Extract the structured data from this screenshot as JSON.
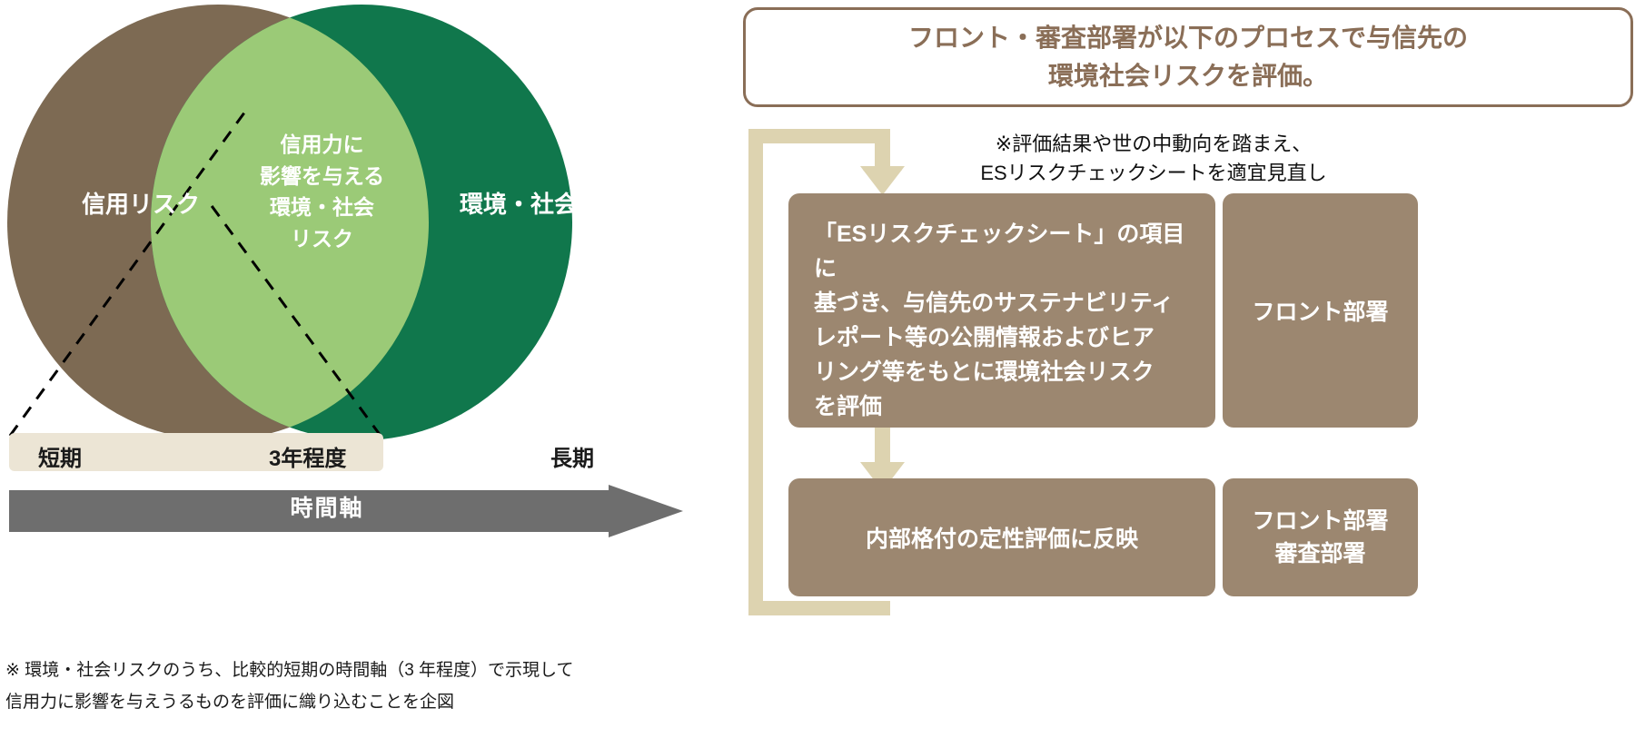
{
  "colors": {
    "credit_risk_circle": "#7d6a53",
    "env_risk_circle": "#10774c",
    "overlap_circle": "#9bca77",
    "timeline_band": "#ece5d5",
    "axis_arrow": "#6e6e6e",
    "process_box": "#9c8770",
    "header_border": "#8a6e57",
    "loop_arrow": "#ddd3b0",
    "dashed_line": "#000000"
  },
  "venn": {
    "credit_risk_label": "信用リスク",
    "env_social_risk_label": "環境・社会リスク",
    "overlap_label": "信用力に\n影響を与える\n環境・社会\nリスク"
  },
  "timeline": {
    "short_label": "短期",
    "mid_label": "3年程度",
    "long_label": "長期",
    "axis_label": "時間軸"
  },
  "footnote": {
    "text": "※ 環境・社会リスクのうち、比較的短期の時間軸（3 年程度）で示現して\n    信用力に影響を与えうるものを評価に織り込むことを企図"
  },
  "process": {
    "header": "フロント・審査部署が以下のプロセスで与信先の\n環境社会リスクを評価。",
    "loop_note": "※評価結果や世の中動向を踏まえ、\nESリスクチェックシートを適宜見直し",
    "steps": [
      {
        "body": "「ESリスクチェックシート」の項目に\n基づき、与信先のサステナビリティ\nレポート等の公開情報およびヒア\nリング等をもとに環境社会リスク\nを評価",
        "owner": "フロント部署"
      },
      {
        "body": "内部格付の定性評価に反映",
        "owner": "フロント部署\n審査部署"
      }
    ]
  }
}
